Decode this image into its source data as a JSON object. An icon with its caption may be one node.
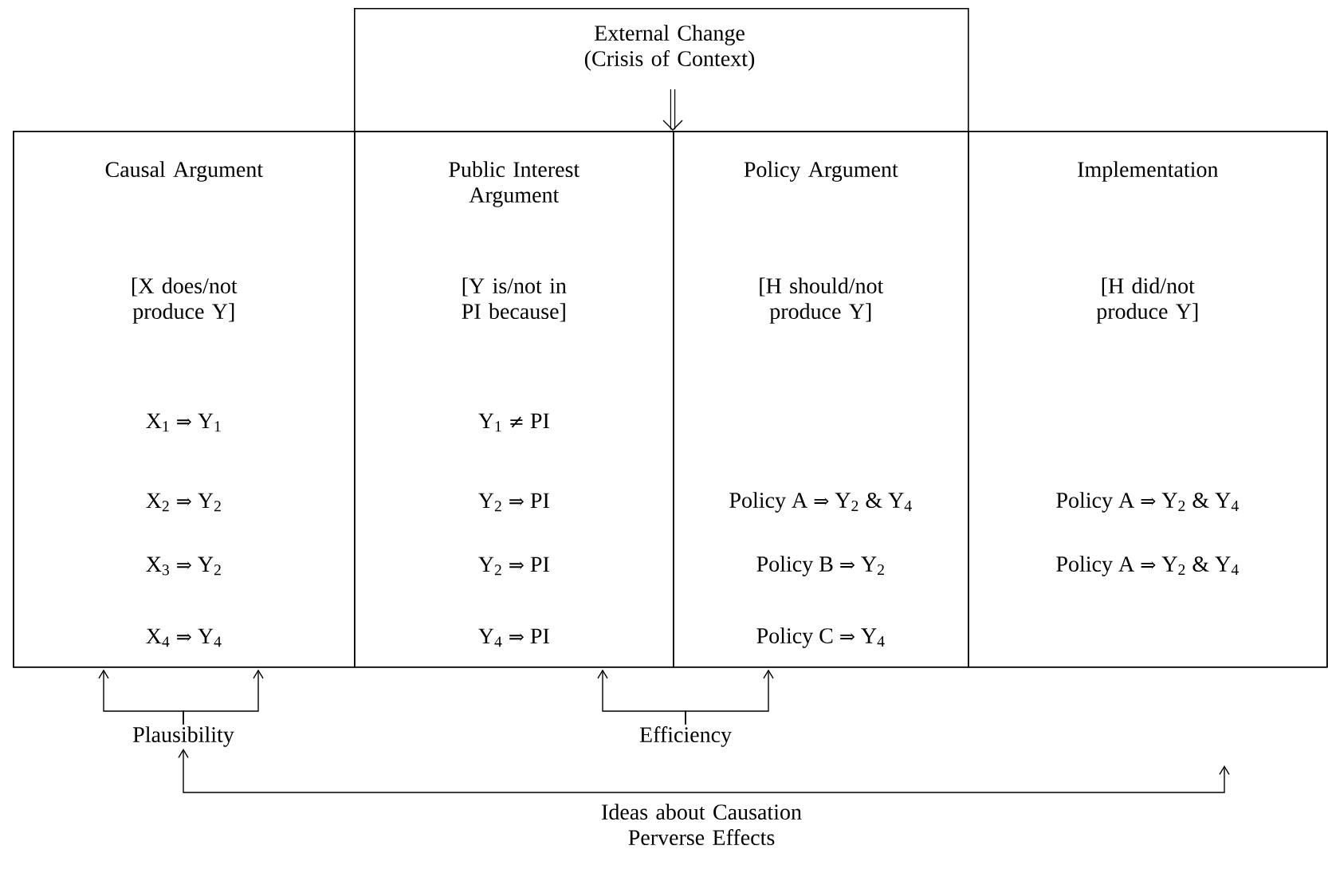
{
  "diagram": {
    "nodes": [
      {
        "text": [
          "External Change (Crisis of Context)"
        ]
      },
      {
        "text": [],
        "shape": "box"
      },
      {
        "text": [
          "Causal Argument",
          "[X does/not produce Y]",
          "X$_{1}$ ⇒ Y$_{1}$",
          "X$_{2}$ ⇒ Y$_{2}$",
          "X$_{3}$ ⇒ Y$_{2}$",
          "X$_{4}$ ⇒ Y$_{4}$"
        ],
        "in": 1
      },
      {
        "text": [
          "Public Interest Argument",
          "[Y is/not in PI because]",
          "Y$_{1}$ ≠ PI",
          "Y$_{2}$ ⇒ PI",
          "Y$_{2}$ ⇒ PI",
          "Y$_{4}$ ⇒ PI"
        ],
        "in": 1
      },
      {
        "text": [
          "Policy Argument",
          "[H should/not produce Y]",
          "Policy A ⇒ Y$_{2}$ & Y$_{4}$",
          "Policy B ⇒ Y$_{2}$",
          "Policy C ⇒ Y$_{4}$"
        ],
        "in": 1
      },
      {
        "text": [
          "Implementation",
          "[H did/not produce Y]",
          "Policy A ⇒ Y$_{2}$ & Y$_{4}$",
          "Policy A ⇒ Y$_{2}$ & Y$_{4}$"
        ],
        "in": 1
      },
      {
        "text": [
          "Plausibility"
        ]
      },
      {
        "text": [
          "Efficiency"
        ]
      }
    ],
    "edges": [
      {
        "from": 0,
        "to": 1,
        "arrow": "to",
        "style": "thick"
      },
      {
        "from": 6,
        "to": 2,
        "arrow": "to"
      },
      {
        "from": 6,
        "to": 2,
        "arrow": "to"
      },
      {
        "from": 7,
        "to": 3,
        "arrow": "to"
      },
      {
        "from": 7,
        "to": 4,
        "arrow": "to"
      },
      {
        "from": null,
        "to": 6,
        "arrow": "both",
        "label": "Ideas about Causation Perverse Effects"
      }
    ]
  }
}
